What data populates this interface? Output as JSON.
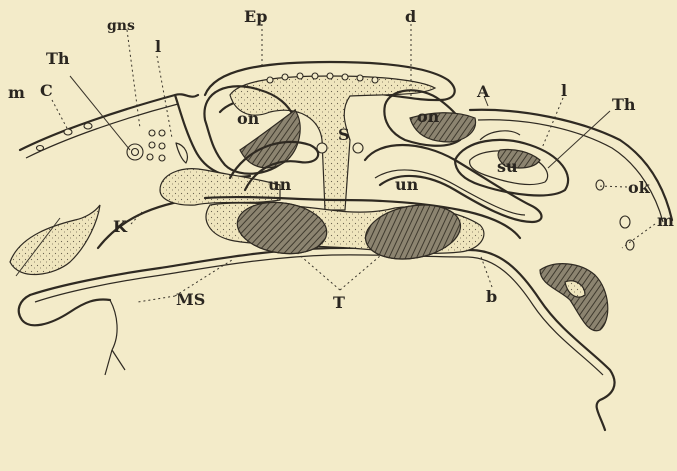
{
  "labels": {
    "ep": "Ep",
    "d": "d",
    "gns": "gns",
    "th_left": "Th",
    "l_left": "l",
    "c": "C",
    "m_left": "m",
    "on_left": "on",
    "on_right": "on",
    "a": "A",
    "s": "S",
    "un_left": "un",
    "un_right": "un",
    "su": "su",
    "l_right": "l",
    "th_right": "Th",
    "ok": "ok",
    "m_right": "m",
    "k": "K",
    "ms": "MS",
    "t": "T",
    "b": "b"
  }
}
